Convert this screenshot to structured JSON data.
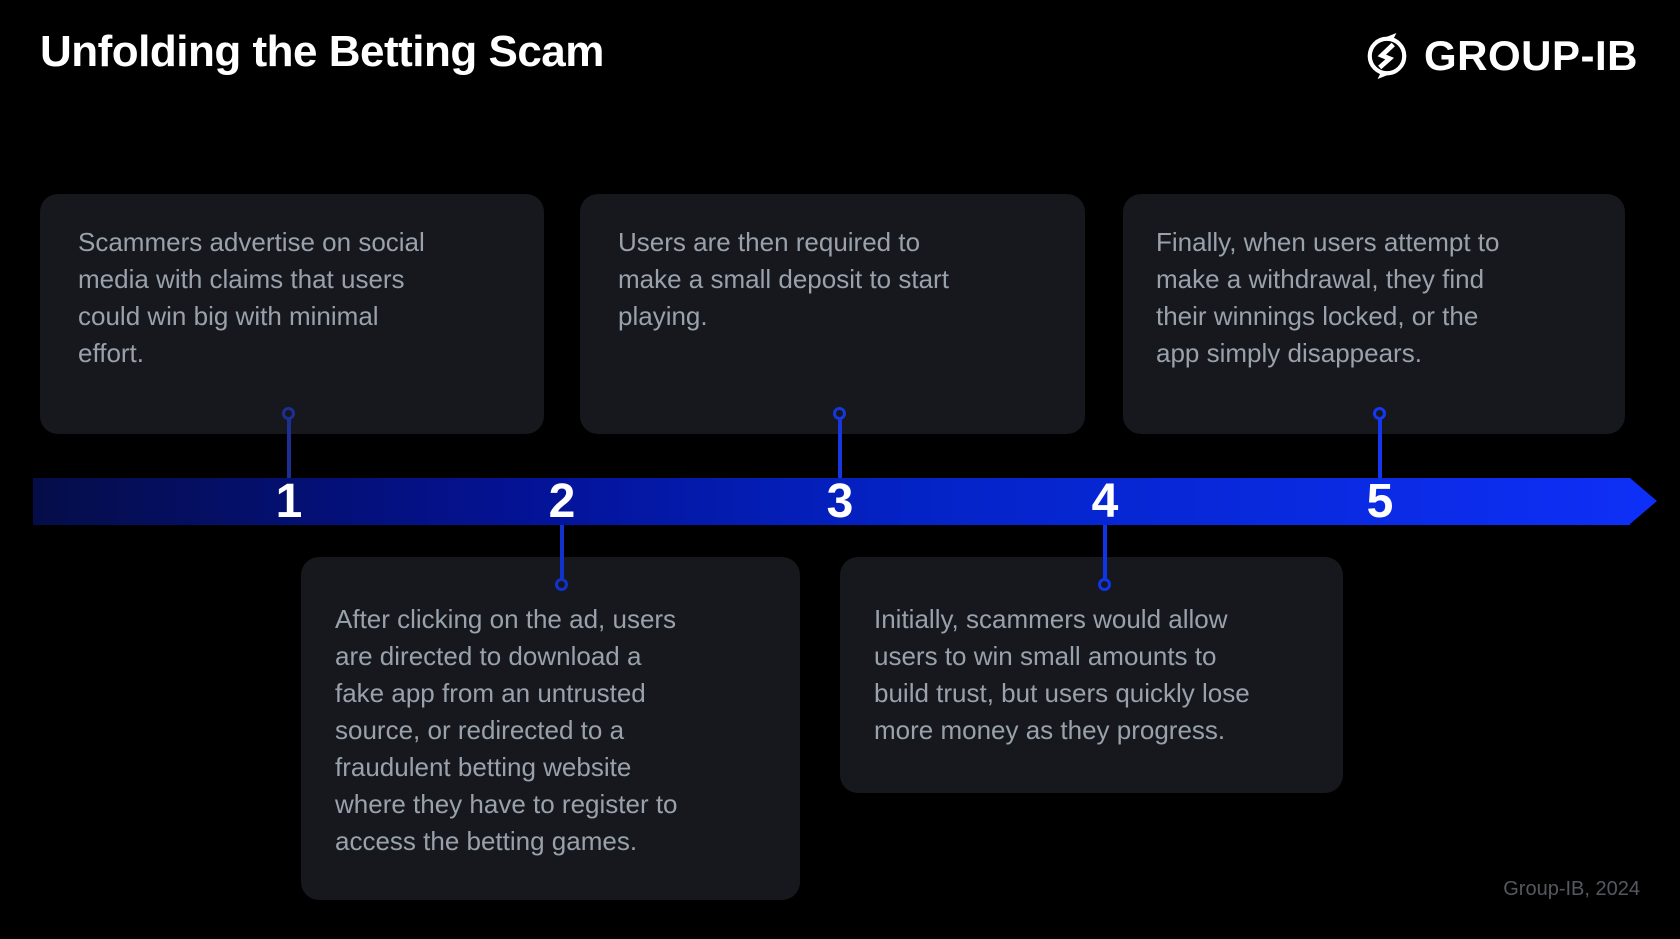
{
  "title": "Unfolding the Betting Scam",
  "brand": {
    "icon": "group-ib-logo-icon",
    "wordmark": "GROUP-IB"
  },
  "credit": "Group-IB, 2024",
  "colors": {
    "background": "#000000",
    "card_background": "#16181d",
    "card_text": "#99a1ab",
    "title_text": "#ffffff",
    "credit_text": "#55585f",
    "bar_gradient_start": "#050d48",
    "bar_gradient_end": "#0e2ff5",
    "number_text": "#ffffff"
  },
  "timeline": {
    "direction": "left-to-right",
    "steps": [
      {
        "number": "1",
        "side": "above",
        "connector_color": "#1e2f93",
        "text_lines": [
          "Scammers advertise on social",
          "media with claims that users",
          "could win big with minimal",
          "effort."
        ]
      },
      {
        "number": "2",
        "side": "below",
        "connector_color": "#1133cb",
        "text_lines": [
          "After clicking on the ad, users",
          "are directed to download a",
          "fake app from an untrusted",
          "source, or redirected to a",
          "fraudulent betting website",
          "where they have to register to",
          "access the betting games."
        ]
      },
      {
        "number": "3",
        "side": "above",
        "connector_color": "#1537dd",
        "text_lines": [
          "Users are then required to",
          "make a small deposit to start",
          "playing."
        ]
      },
      {
        "number": "4",
        "side": "below",
        "connector_color": "#0f35ea",
        "text_lines": [
          "Initially, scammers would allow",
          "users to win small amounts to",
          "build trust, but users quickly lose",
          "more money as they progress."
        ]
      },
      {
        "number": "5",
        "side": "above",
        "connector_color": "#1537f2",
        "text_lines": [
          "Finally, when users attempt to",
          "make a withdrawal, they find",
          "their winnings locked, or the",
          "app simply disappears."
        ]
      }
    ]
  }
}
